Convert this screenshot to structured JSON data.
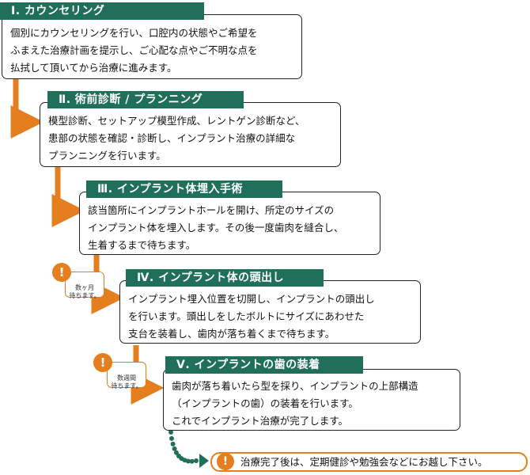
{
  "steps": [
    {
      "title": "Ⅰ. カウンセリング",
      "lines": [
        "個別にカウンセリングを行い、口腔内の状態やご希望を",
        "ふまえた治療計画を提示し、ご心配な点やご不明な点を",
        "払拭して頂いてから治療に進みます。"
      ]
    },
    {
      "title": "Ⅱ. 術前診断 / プランニング",
      "lines": [
        "模型診断、セットアップ模型作成、レントゲン診断など、",
        "患部の状態を確認・診断し、インプラント治療の詳細な",
        "プランニングを行います。"
      ]
    },
    {
      "title": "Ⅲ. インプラント体埋入手術",
      "lines": [
        "該当箇所にインプラントホールを開け、所定のサイズの",
        "インプラント体を埋入します。その後一度歯肉を縫合し、",
        "生着するまで待ちます。"
      ]
    },
    {
      "title": "Ⅳ. インプラント体の頭出し",
      "lines": [
        "インプラント埋入位置を切開し、インプラントの頭出し",
        "を行います。頭出しをしたボルトにサイズにあわせた",
        "支台を装着し、歯肉が落ち着くまで待ちます。"
      ]
    },
    {
      "title": "Ⅴ. インプラントの歯の装着",
      "lines": [
        "歯肉が落ち着いたら型を採り、インプラントの上部構造",
        "（インプラントの歯）の装着を行います。",
        "これでインプラント治療が完了します。"
      ]
    }
  ],
  "waits": [
    {
      "lines": [
        "数ヶ月",
        "待ちます。"
      ]
    },
    {
      "lines": [
        "数週間",
        "待ちます。"
      ]
    }
  ],
  "alert_symbol": "!",
  "final_note": "治療完了後は、定期健診や勉強会などにお越し下さい。",
  "colors": {
    "title_bg": "#1f6f5a",
    "accent": "#e57e1e",
    "connector": "#1f6f5a"
  }
}
